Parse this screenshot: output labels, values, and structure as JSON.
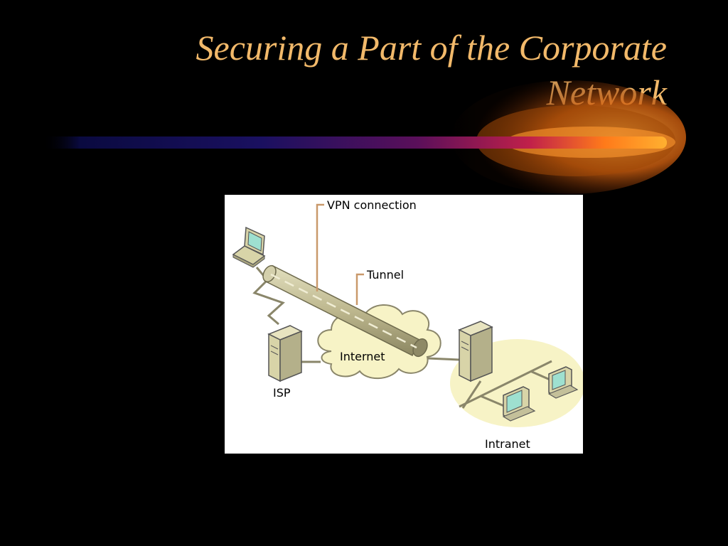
{
  "slide": {
    "title_line1": "Securing a Part of the Corporate",
    "title_line2": "Network"
  },
  "diagram": {
    "labels": {
      "vpn_connection": "VPN connection",
      "tunnel": "Tunnel",
      "internet": "Internet",
      "isp": "ISP",
      "intranet": "Intranet"
    }
  },
  "colors": {
    "title": "#f2b96a",
    "accent_orange": "#ff8c00",
    "device_fill": "#d8d4a8",
    "intranet_zone": "#f7f3c6",
    "callout_line": "#c9996b"
  }
}
